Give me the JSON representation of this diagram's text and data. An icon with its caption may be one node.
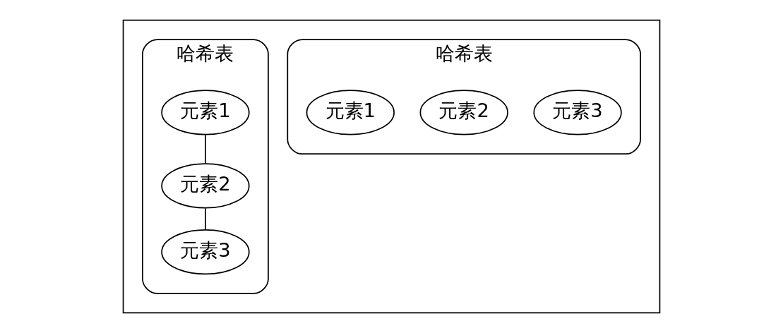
{
  "diagram": {
    "nodes": [
      {
        "text": [],
        "shape": "box"
      },
      {
        "text": [
          "哈希表"
        ],
        "in": 0
      },
      {
        "text": [
          "元素1"
        ],
        "in": 1
      },
      {
        "text": [
          "元素2"
        ],
        "in": 1
      },
      {
        "text": [
          "元素3"
        ],
        "in": 1
      },
      {
        "text": [
          "哈希表"
        ],
        "in": 0
      },
      {
        "text": [
          "元素1"
        ],
        "in": 5
      },
      {
        "text": [
          "元素2"
        ],
        "in": 5
      },
      {
        "text": [
          "元素3"
        ],
        "in": 5
      }
    ],
    "edges": [
      {
        "from": 6,
        "to": 7,
        "arrow": "none"
      },
      {
        "from": 7,
        "to": 8,
        "arrow": "none"
      }
    ]
  }
}
